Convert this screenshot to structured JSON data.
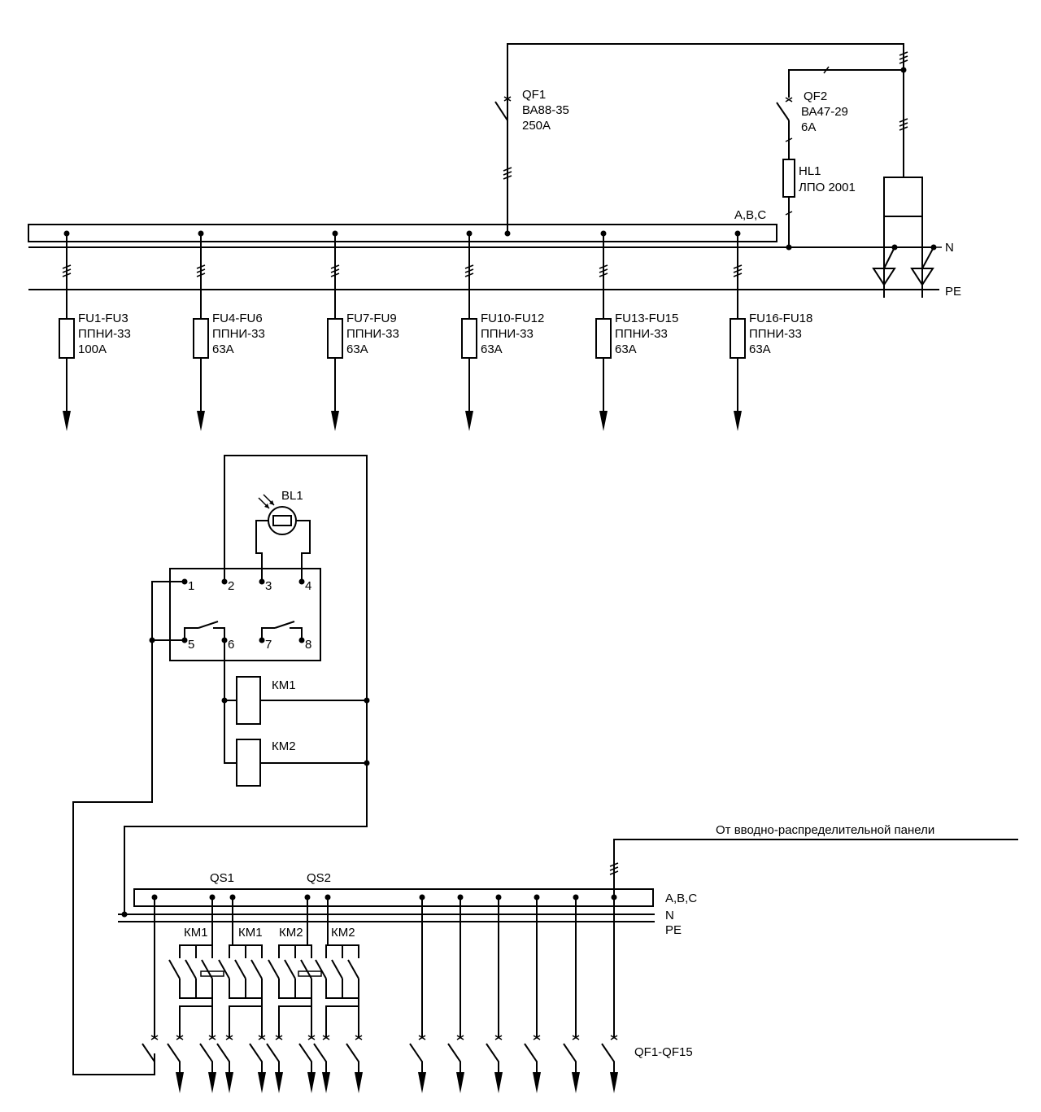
{
  "top": {
    "bus_abc": "A,B,C",
    "bus_n": "N",
    "bus_pe": "PE",
    "qf1": [
      "QF1",
      "ВА88-35",
      "250А"
    ],
    "qf2": [
      "QF2",
      "ВА47-29",
      "6А"
    ],
    "hl1": [
      "HL1",
      "ЛПО 2001"
    ],
    "fuses": [
      [
        "FU1-FU3",
        "ППНИ-33",
        "100А"
      ],
      [
        "FU4-FU6",
        "ППНИ-33",
        "63А"
      ],
      [
        "FU7-FU9",
        "ППНИ-33",
        "63А"
      ],
      [
        "FU10-FU12",
        "ППНИ-33",
        "63А"
      ],
      [
        "FU13-FU15",
        "ППНИ-33",
        "63А"
      ],
      [
        "FU16-FU18",
        "ППНИ-33",
        "63А"
      ]
    ]
  },
  "relay": {
    "sensor": "BL1",
    "terminals": [
      "1",
      "2",
      "3",
      "4",
      "5",
      "6",
      "7",
      "8"
    ],
    "km1": "КМ1",
    "km2": "КМ2"
  },
  "bottom": {
    "feed": "От вводно-распределительной панели",
    "bus_abc": "A,B,C",
    "bus_n": "N",
    "bus_pe": "PE",
    "qs1": "QS1",
    "qs2": "QS2",
    "contactors": [
      "КМ1",
      "КМ1",
      "КМ2",
      "КМ2"
    ],
    "breakers": "QF1-QF15"
  }
}
